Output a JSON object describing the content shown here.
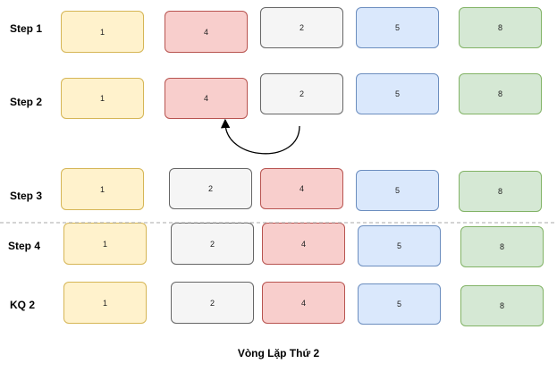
{
  "rows": [
    {
      "label": "Step 1",
      "values": [
        "1",
        "4",
        "2",
        "5",
        "8"
      ]
    },
    {
      "label": "Step 2",
      "values": [
        "1",
        "4",
        "2",
        "5",
        "8"
      ]
    },
    {
      "label": "Step 3",
      "values": [
        "1",
        "2",
        "4",
        "5",
        "8"
      ]
    },
    {
      "label": "Step 4",
      "values": [
        "1",
        "2",
        "4",
        "5",
        "8"
      ]
    },
    {
      "label": "KQ 2",
      "values": [
        "1",
        "2",
        "4",
        "5",
        "8"
      ]
    }
  ],
  "caption": "Vòng Lặp Thứ 2",
  "colors": {
    "yellow": "#fff2cc",
    "red": "#f8cecc",
    "gray": "#f5f5f5",
    "blue": "#dae8fc",
    "green": "#d5e8d4"
  }
}
